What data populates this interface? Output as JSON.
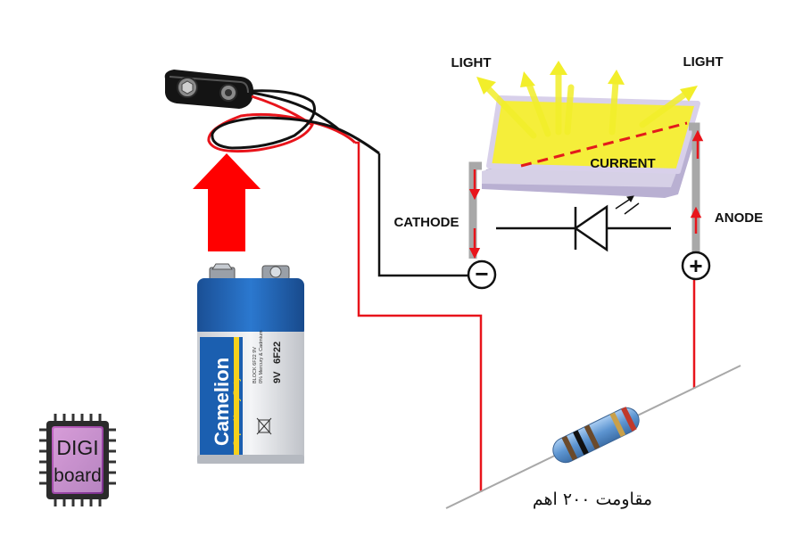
{
  "labels": {
    "light_left": "LIGHT",
    "light_right": "LIGHT",
    "current": "CURRENT",
    "cathode": "CATHODE",
    "anode": "ANODE",
    "minus_symbol": "−",
    "plus_symbol": "+",
    "resistor_caption": "مقاومت ۲۰۰ اهم"
  },
  "battery": {
    "brand": "Camelion",
    "subtitle": "Super Heavy Duty",
    "voltage": "9V",
    "model": "6F22",
    "fine_print_1": "BLOCK 6F22 9V",
    "fine_print_2": "0% Mercury & Cadmium"
  },
  "logo": {
    "line1": "DIGI",
    "line2": "board"
  },
  "colors": {
    "wire_red": "#e8141b",
    "wire_black": "#111111",
    "arrow_red": "#ff0000",
    "light_arrow": "#f2ee2a",
    "led_surface": "#f5ee3a",
    "led_layer": "#c9c2dc",
    "battery_blue": "#1b5fb0",
    "resistor_body": "#6fa3d8"
  }
}
